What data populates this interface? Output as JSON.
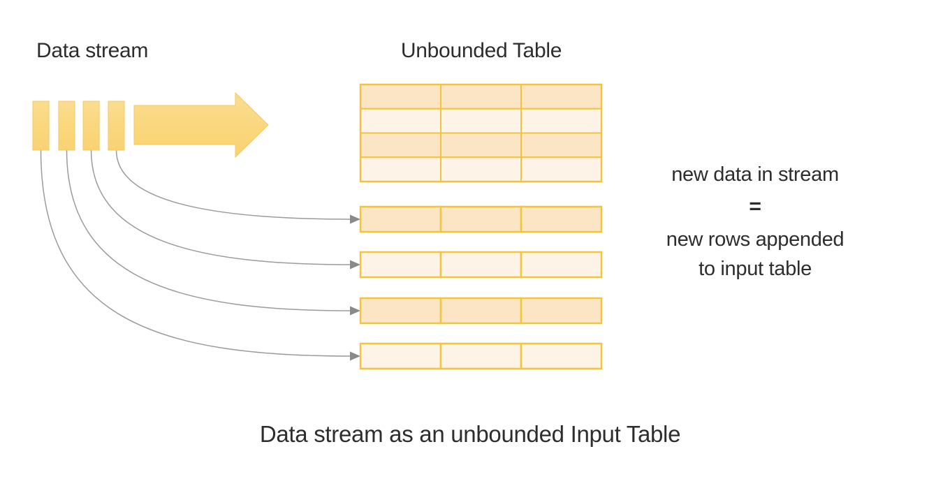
{
  "diagram": {
    "labels": {
      "data_stream": "Data stream",
      "unbounded_table": "Unbounded Table",
      "equation_top": "new data in stream",
      "equals": "=",
      "equation_bottom_line1": "new rows appended",
      "equation_bottom_line2": "to input table",
      "caption": "Data stream as an unbounded Input Table"
    },
    "stream": {
      "segment_count": 4,
      "arrow_icon": "right-arrow"
    },
    "unbounded_table": {
      "rows": 4,
      "columns": 3,
      "row_shades": [
        "dark",
        "light",
        "dark",
        "light"
      ]
    },
    "appended_rows": {
      "count": 4,
      "columns": 3,
      "shades": [
        "dark",
        "light",
        "dark",
        "light"
      ]
    },
    "connectors": {
      "count": 4,
      "style": "curved-gray-arrow",
      "mapping": "rightmost stream segment to topmost appended row"
    },
    "colors": {
      "stream_yellow": "#FAD77D",
      "stream_yellow_light": "#FBDD8F",
      "stream_border": "#F3CA62",
      "table_border": "#F0C440",
      "appended_border": "#F2C63B",
      "cell_dark": "#FBE5C5",
      "cell_light": "#FDF3E7",
      "connector_gray": "#9B9B9B",
      "connector_head": "#8A8A8A",
      "text": "#2D2D2D"
    }
  }
}
